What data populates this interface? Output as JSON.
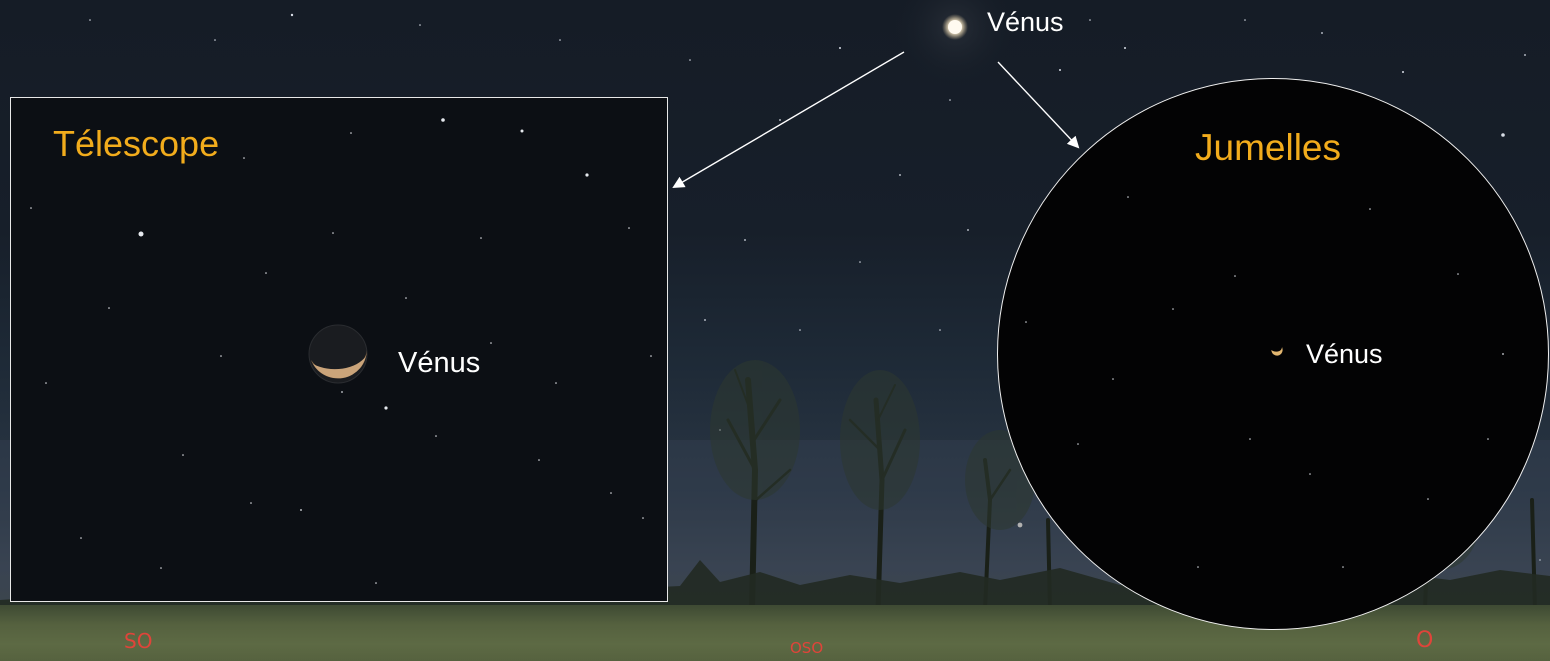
{
  "sky": {
    "venus_label": "Vénus",
    "compass": {
      "southwest": "SO",
      "west_southwest": "OSO",
      "west": "O"
    }
  },
  "telescope_view": {
    "title": "Télescope",
    "venus_label": "Vénus"
  },
  "binocular_view": {
    "title": "Jumelles",
    "venus_label": "Vénus"
  },
  "colors": {
    "title_accent": "#f2ac1c",
    "compass_red": "#e0443a",
    "label_white": "#ffffff",
    "venus_crescent": "#c9a278"
  }
}
